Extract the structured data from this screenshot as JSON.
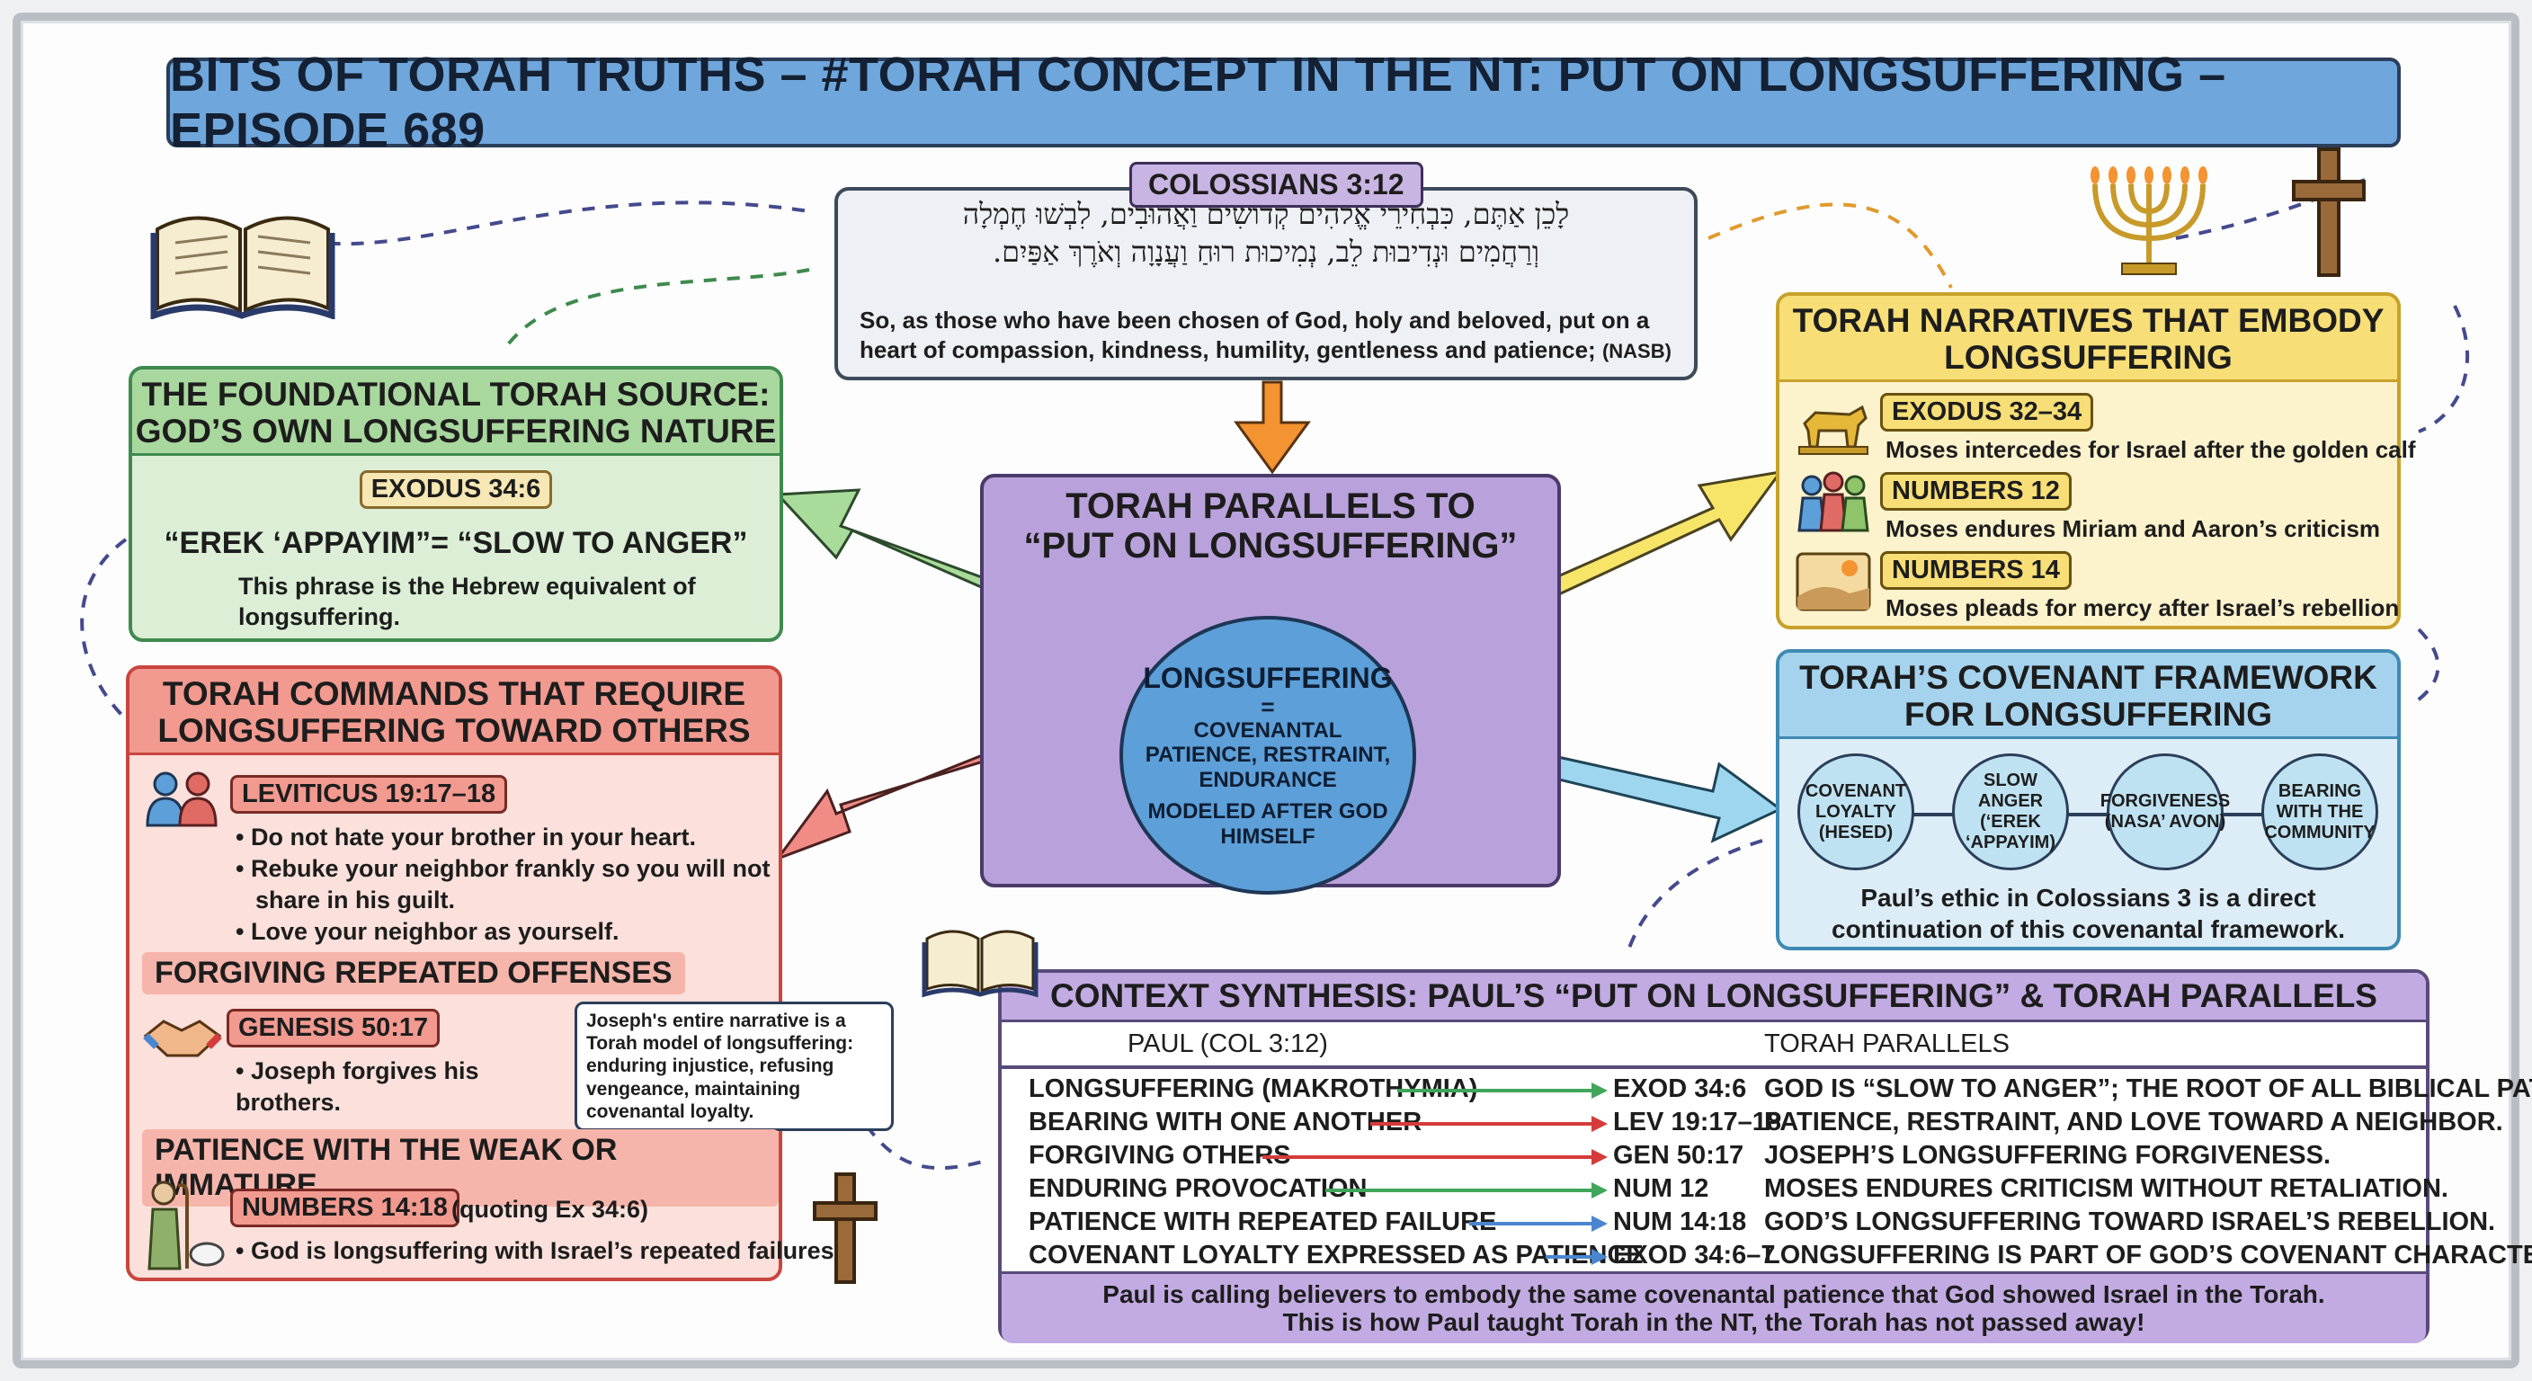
{
  "title": "BITS OF TORAH TRUTHS – #TORAH CONCEPT IN THE NT: PUT ON LONGSUFFERING – EPISODE 689",
  "colossians": {
    "ref": "COLOSSIANS 3:12",
    "hebrew_line1": "לָכֵן אַתֶּם, כִּבְחִירֵי אֱלֹהִים קְדוֹשִׁים וַאֲהוּבִים, לִבְשׁוּ חֶמְלָה",
    "hebrew_line2": "וְרַחֲמִים וּנְדִיבוּת לֵב, נְמִיכוּת רוּחַ וַעֲנָוָה וְאֹרֶךְ אַפַּיִם.",
    "english": "So, as those who have been chosen of God, holy and beloved, put on a heart of compassion, kindness, humility, gentleness and patience;",
    "version": "(NASB)"
  },
  "center": {
    "title_line1": "TORAH PARALLELS TO",
    "title_line2": "“PUT ON LONGSUFFERING”",
    "circle_line1": "LONGSUFFERING",
    "circle_line2": "=",
    "circle_line3": "COVENANTAL PATIENCE, RESTRAINT, ENDURANCE",
    "circle_line4": "MODELED AFTER GOD HIMSELF"
  },
  "foundational": {
    "header_line1": "THE FOUNDATIONAL TORAH SOURCE:",
    "header_line2": "GOD’S OWN LONGSUFFERING NATURE",
    "ref": "EXODUS 34:6",
    "phrase": "“EREK ‘APPAYIM”= “SLOW TO ANGER”",
    "desc": "This phrase is the Hebrew equivalent of longsuffering."
  },
  "commands": {
    "header_line1": "TORAH COMMANDS THAT REQUIRE",
    "header_line2": "LONGSUFFERING TOWARD OTHERS",
    "lev_ref": "LEVITICUS 19:17–18",
    "lev_bullets": [
      "• Do not hate your brother in your heart.",
      "• Rebuke your neighbor frankly so you will not",
      "share in his guilt.",
      "• Love your neighbor as yourself."
    ],
    "forgiving_header": "FORGIVING REPEATED OFFENSES",
    "gen_ref": "GENESIS 50:17",
    "gen_bullet": "• Joseph forgives his brothers.",
    "gen_note": "Joseph's entire narrative is a Torah model of longsuffering: enduring injustice, refusing vengeance, maintaining covenantal loyalty.",
    "patience_header": "PATIENCE WITH THE WEAK OR IMMATURE",
    "num_ref": "NUMBERS 14:18",
    "num_quote": "(quoting Ex 34:6)",
    "num_bullet": "• God is longsuffering with Israel’s repeated failures."
  },
  "narratives": {
    "header_line1": "TORAH NARRATIVES THAT EMBODY",
    "header_line2": "LONGSUFFERING",
    "items": [
      {
        "ref": "EXODUS 32–34",
        "text": "Moses intercedes for Israel after the golden calf"
      },
      {
        "ref": "NUMBERS 12",
        "text": "Moses endures Miriam and Aaron’s criticism"
      },
      {
        "ref": "NUMBERS 14",
        "text": "Moses pleads for mercy after Israel’s rebellion"
      }
    ]
  },
  "covenant": {
    "header_line1": "TORAH’S COVENANT FRAMEWORK",
    "header_line2": "FOR LONGSUFFERING",
    "circles": [
      "COVENANT LOYALTY (HESED)",
      "SLOW ANGER (‘EREK ‘APPAYIM)",
      "FORGIVENESS (NASA’ AVON)",
      "BEARING WITH THE COMMUNITY"
    ],
    "note_line1": "Paul’s ethic in Colossians 3 is a direct",
    "note_line2": "continuation of this covenantal framework."
  },
  "synthesis": {
    "header": "CONTEXT SYNTHESIS: PAUL’S “PUT ON LONGSUFFERING” & TORAH PARALLELS",
    "col_paul": "PAUL (COL 3:12)",
    "col_torah": "TORAH PARALLELS",
    "rows": [
      {
        "paul": "LONGSUFFERING (MAKROTHYMIA)",
        "ref": "EXOD 34:6",
        "text": "GOD IS “SLOW TO ANGER”; THE ROOT OF ALL BIBLICAL PATIENCE.",
        "color": "#3fa65a"
      },
      {
        "paul": "BEARING WITH ONE ANOTHER",
        "ref": "LEV 19:17–18",
        "text": "PATIENCE, RESTRAINT, AND LOVE TOWARD A NEIGHBOR.",
        "color": "#d63b3b"
      },
      {
        "paul": "FORGIVING OTHERS",
        "ref": "GEN 50:17",
        "text": "JOSEPH’S LONGSUFFERING FORGIVENESS.",
        "color": "#d63b3b"
      },
      {
        "paul": "ENDURING PROVOCATION",
        "ref": "NUM 12",
        "text": "MOSES ENDURES CRITICISM WITHOUT RETALIATION.",
        "color": "#3fa65a"
      },
      {
        "paul": "PATIENCE WITH REPEATED FAILURE",
        "ref": "NUM 14:18",
        "text": "GOD’S LONGSUFFERING TOWARD ISRAEL’S REBELLION.",
        "color": "#4a86d0"
      },
      {
        "paul": "COVENANT LOYALTY EXPRESSED AS PATIENCE",
        "ref": "EXOD 34:6–7",
        "text": "LONGSUFFERING IS PART OF GOD’S COVENANT CHARACTER.",
        "color": "#4a86d0"
      }
    ],
    "footer_line1": "Paul is calling believers to embody the same covenantal patience that God showed Israel in the Torah.",
    "footer_line2": "This is how Paul taught Torah in the NT, the Torah has not passed away!"
  },
  "colors": {
    "green": "#d8efd2",
    "red": "#f9d3cc",
    "yellow": "#fbefc0",
    "blue": "#d6ecf7",
    "purple": "#c9b5e3",
    "lavender": "#e9e0f4"
  }
}
